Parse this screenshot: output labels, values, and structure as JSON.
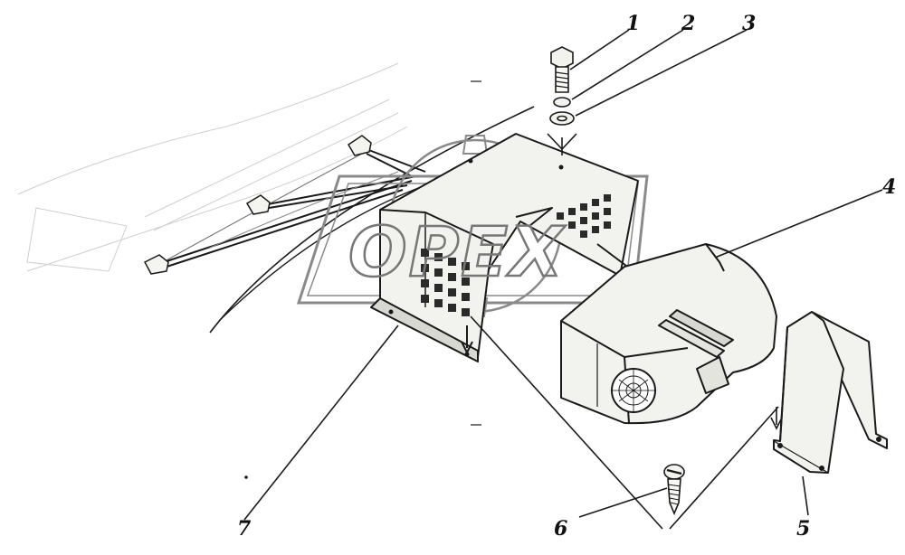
{
  "callouts": {
    "c1": "1",
    "c2": "2",
    "c3": "3",
    "c4": "4",
    "c5": "5",
    "c6": "6",
    "c7": "7"
  },
  "watermark": {
    "text": "OPEX"
  },
  "colors": {
    "line": "#1a1a1a",
    "part_fill": "#f2f2ee",
    "part_shade": "#d8d8d2",
    "watermark": "#8a8a8a"
  }
}
